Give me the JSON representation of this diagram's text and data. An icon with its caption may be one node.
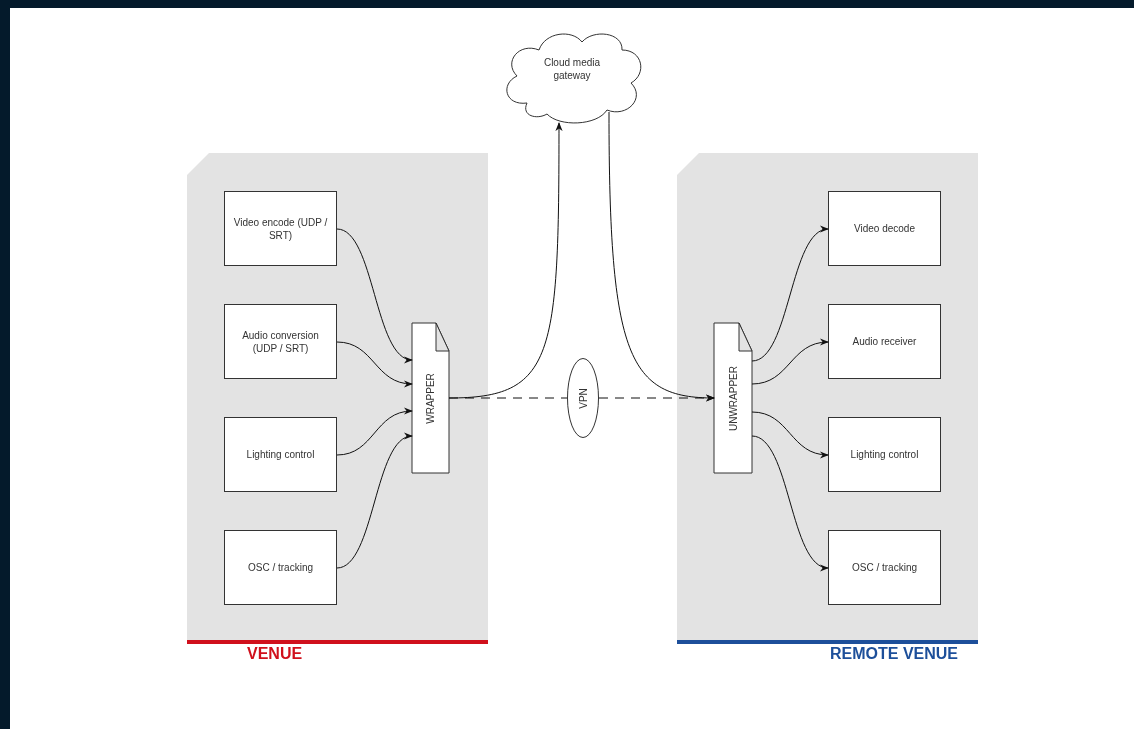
{
  "diagram": {
    "nodes": [
      {
        "text": [
          "VENUE"
        ]
      },
      {
        "text": [
          "Video encode (UDP / SRT)"
        ],
        "in": 0
      },
      {
        "text": [
          "Audio conversion (UDP / SRT)"
        ],
        "in": 0
      },
      {
        "text": [
          "Lighting control"
        ],
        "in": 0
      },
      {
        "text": [
          "OSC / tracking"
        ],
        "in": 0
      },
      {
        "text": [
          "WRAPPER"
        ],
        "in": 0
      },
      {
        "text": [
          "Cloud media gateway"
        ]
      },
      {
        "text": [
          "VPN"
        ]
      },
      {
        "text": [
          "REMOTE VENUE"
        ]
      },
      {
        "text": [
          "UNWRAPPER"
        ],
        "in": 8
      },
      {
        "text": [
          "Video decode"
        ],
        "in": 8
      },
      {
        "text": [
          "Audio receiver"
        ],
        "in": 8
      },
      {
        "text": [
          "Lighting control"
        ],
        "in": 8
      },
      {
        "text": [
          "OSC / tracking"
        ],
        "in": 8
      }
    ],
    "edges": [
      {
        "from": 1,
        "to": 5,
        "arrow": "to"
      },
      {
        "from": 2,
        "to": 5,
        "arrow": "to"
      },
      {
        "from": 3,
        "to": 5,
        "arrow": "to"
      },
      {
        "from": 4,
        "to": 5,
        "arrow": "to"
      },
      {
        "from": 5,
        "to": 6,
        "arrow": "to"
      },
      {
        "from": 6,
        "to": 9,
        "arrow": "to"
      },
      {
        "from": 5,
        "to": 7,
        "arrow": "none",
        "style": "dashed"
      },
      {
        "from": 7,
        "to": 9,
        "arrow": "to",
        "style": "dashed"
      },
      {
        "from": 9,
        "to": 10,
        "arrow": "to"
      },
      {
        "from": 9,
        "to": 11,
        "arrow": "to"
      },
      {
        "from": 9,
        "to": 12,
        "arrow": "to"
      },
      {
        "from": 9,
        "to": 13,
        "arrow": "to"
      }
    ]
  }
}
